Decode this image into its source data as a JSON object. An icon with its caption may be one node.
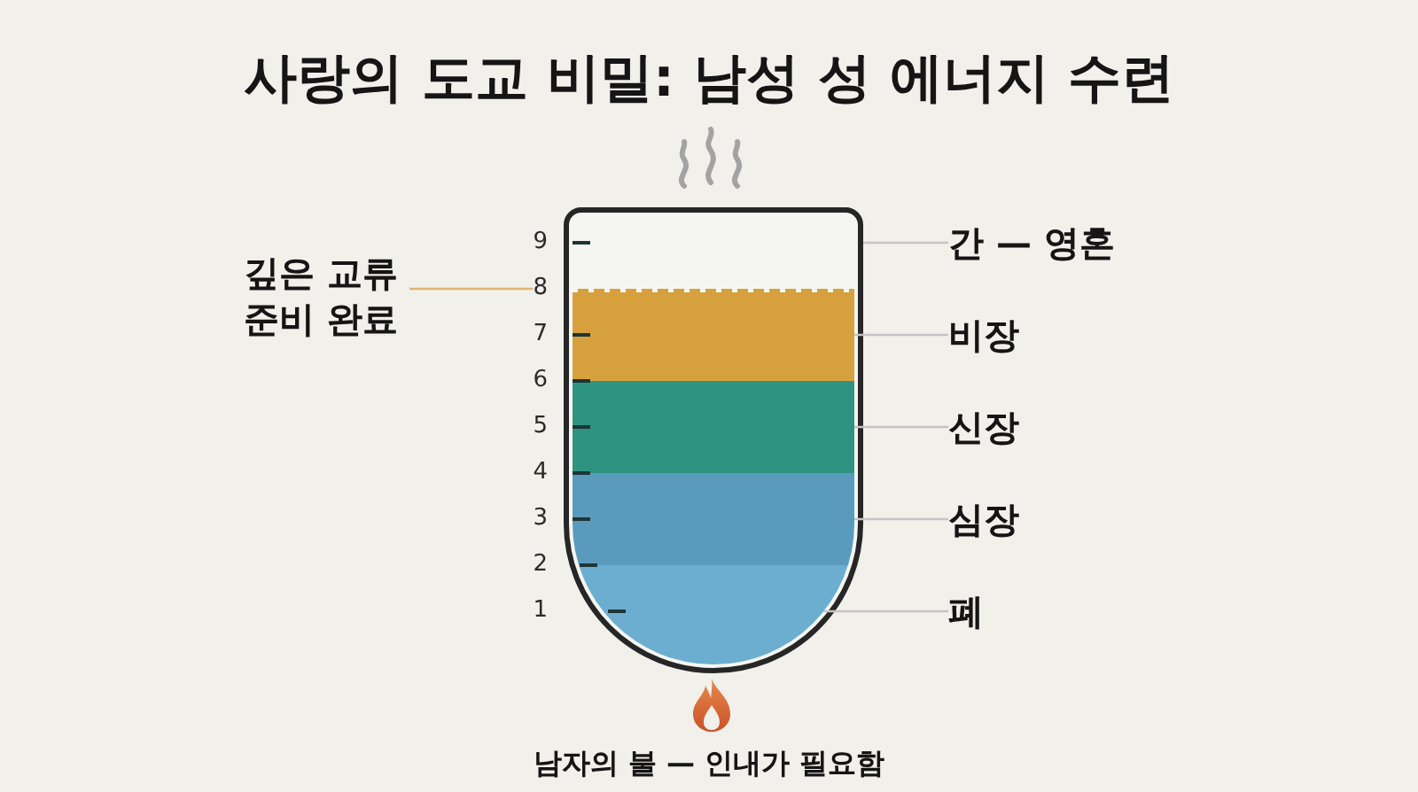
{
  "diagram": {
    "title": "사랑의 도교 비밀: 남성 성 에너지 수련",
    "nodes": [
      {
        "text": [
          "깊은 교류 준비 완료"
        ]
      },
      {
        "text": [
          "8"
        ]
      },
      {
        "text": [],
        "shape": "tube"
      },
      {
        "text": [],
        "shape": "box",
        "in": 2
      },
      {
        "text": [],
        "shape": "box",
        "in": 2
      },
      {
        "text": [],
        "shape": "box",
        "in": 2
      },
      {
        "text": [],
        "shape": "box",
        "in": 2
      },
      {
        "text": [
          "간 — 영혼"
        ]
      },
      {
        "text": [
          "비장"
        ]
      },
      {
        "text": [
          "신장"
        ]
      },
      {
        "text": [
          "심장"
        ]
      },
      {
        "text": [
          "폐"
        ]
      }
    ],
    "edges": [
      {
        "from": 0,
        "to": 1,
        "arrow": "none",
        "color": "#e0b46e"
      },
      {
        "from": 7,
        "to": 2,
        "arrow": "none"
      },
      {
        "from": 8,
        "to": 3,
        "arrow": "none"
      },
      {
        "from": 9,
        "to": 4,
        "arrow": "none"
      },
      {
        "from": 10,
        "to": 5,
        "arrow": "none"
      },
      {
        "from": 11,
        "to": 6,
        "arrow": "none"
      }
    ],
    "labels": [
      "9",
      "7",
      "6",
      "5",
      "4",
      "3",
      "2",
      "1",
      "남자의 불 — 인내가 필요함"
    ]
  }
}
